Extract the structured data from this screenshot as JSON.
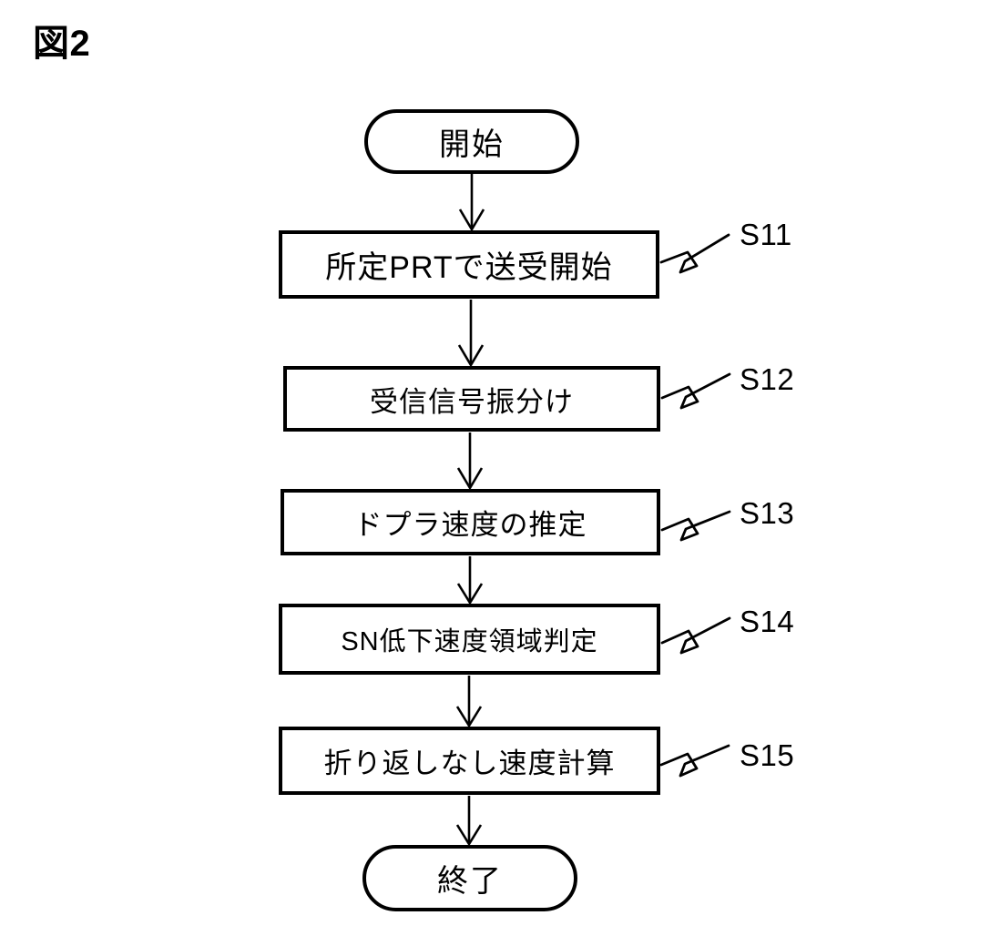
{
  "figure": {
    "title": "図2"
  },
  "flowchart": {
    "type": "flowchart",
    "orientation": "vertical",
    "start_node": {
      "shape": "terminator",
      "label": "開始"
    },
    "end_node": {
      "shape": "terminator",
      "label": "終了"
    },
    "steps": [
      {
        "id": "S11",
        "label": "所定PRTで送受開始",
        "ref": "S11"
      },
      {
        "id": "S12",
        "label": "受信信号振分け",
        "ref": "S12"
      },
      {
        "id": "S13",
        "label": "ドプラ速度の推定",
        "ref": "S13"
      },
      {
        "id": "S14",
        "label": "SN低下速度領域判定",
        "ref": "S14"
      },
      {
        "id": "S15",
        "label": "折り返しなし速度計算",
        "ref": "S15"
      }
    ],
    "connectors": [
      {
        "from": "start",
        "to": "S11",
        "style": "arrow-down"
      },
      {
        "from": "S11",
        "to": "S12",
        "style": "arrow-down"
      },
      {
        "from": "S12",
        "to": "S13",
        "style": "arrow-down"
      },
      {
        "from": "S13",
        "to": "S14",
        "style": "arrow-down"
      },
      {
        "from": "S14",
        "to": "S15",
        "style": "arrow-down"
      },
      {
        "from": "S15",
        "to": "end",
        "style": "arrow-down"
      }
    ],
    "colors": {
      "stroke": "#000000",
      "fill": "#ffffff",
      "background": "#ffffff"
    }
  }
}
